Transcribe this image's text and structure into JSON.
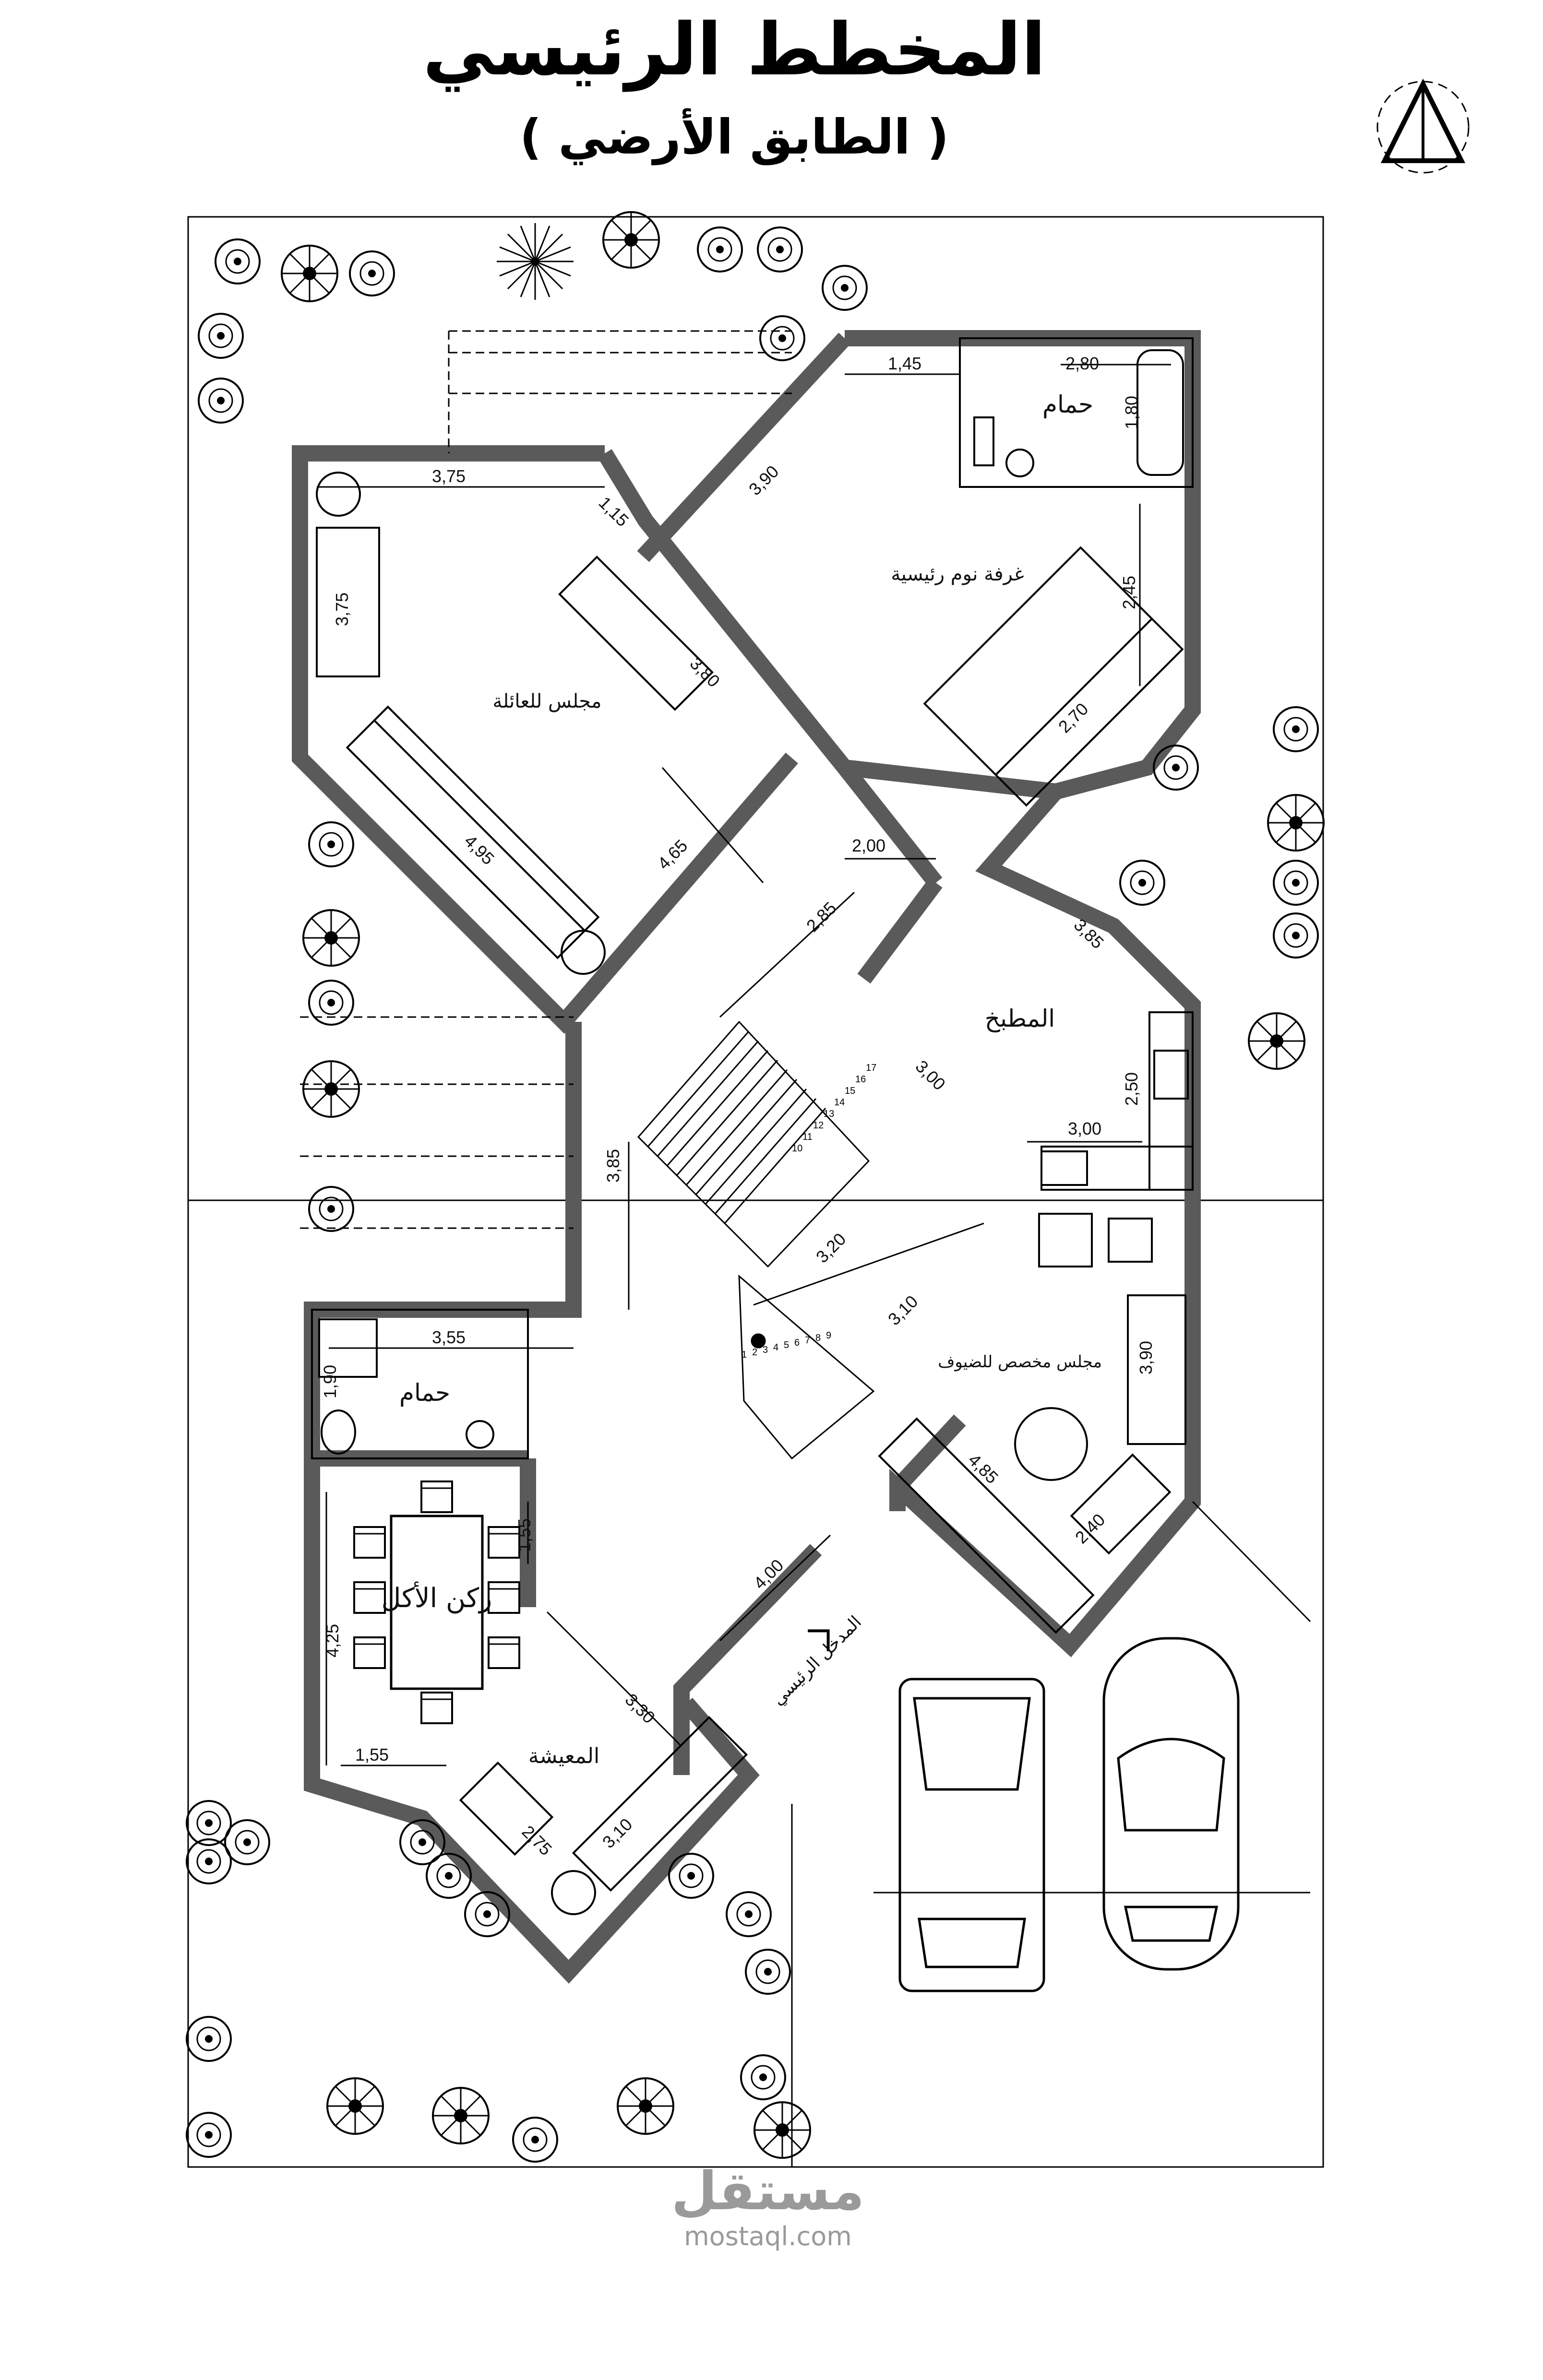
{
  "title": "المخطط الرئيسي",
  "subtitle": "( الطابق الأرضي )",
  "rooms": {
    "family_majlis": "مجلس للعائلة",
    "master_bedroom": "غرفة نوم رئيسية",
    "bathroom_top": "حمام",
    "kitchen": "المطبخ",
    "guest_majlis": "مجلس مخصص للضيوف",
    "bathroom_bottom": "حمام",
    "dining": "ركن الأكل",
    "living": "المعيشة",
    "main_entrance": "المدخل الرئيسي"
  },
  "dimensions": {
    "d01": "3,75",
    "d02": "1,15",
    "d03": "3,75",
    "d04": "3,80",
    "d05": "4,95",
    "d06": "4,65",
    "d07": "1,45",
    "d08": "2,80",
    "d09": "1,80",
    "d10": "3,90",
    "d11": "2,45",
    "d12": "2,70",
    "d13": "2,00",
    "d14": "2,85",
    "d15": "3,85",
    "d16": "3,85",
    "d17": "3,00",
    "d18": "2,50",
    "d19": "3,00",
    "d20": "3,20",
    "d21": "3,10",
    "d22": "3,90",
    "d23": "4,85",
    "d24": "2,40",
    "d25": "3,55",
    "d26": "1,90",
    "d27": "1,55",
    "d28": "4,25",
    "d29": "4,00",
    "d30": "3,30",
    "d31": "1,55",
    "d32": "2,75",
    "d33": "3,10"
  },
  "stair_numbers": [
    "1",
    "2",
    "3",
    "4",
    "5",
    "6",
    "7",
    "8",
    "9",
    "10",
    "11",
    "12",
    "13",
    "14",
    "15",
    "16",
    "17"
  ],
  "watermark": {
    "brand": "مستقل",
    "url": "mostaql.com"
  },
  "colors": {
    "wall": "#5a5a5a",
    "line": "#000000",
    "paper": "#ffffff"
  }
}
